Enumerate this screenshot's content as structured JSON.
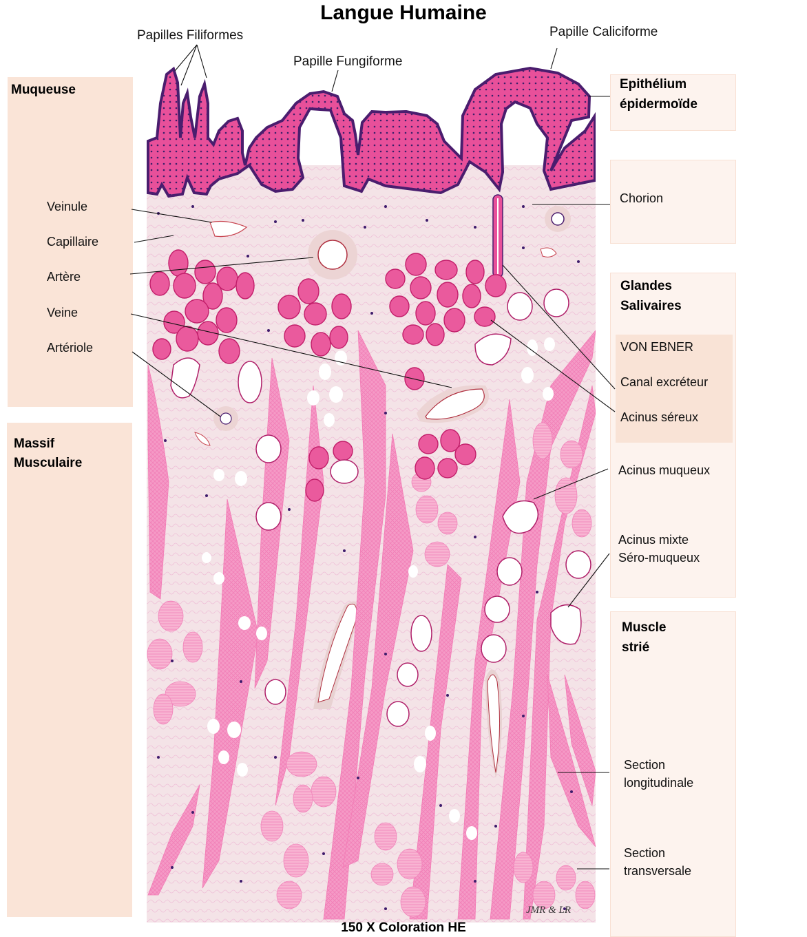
{
  "title": "Langue Humaine",
  "caption": "150 X Coloration HE",
  "signature": "JMR  & LR",
  "colors": {
    "epithelium": "#e0448a",
    "basal_layer": "#4a1d6e",
    "chorion": "#f4e2e6",
    "muscle": "#f58cbf",
    "serous_acinus": "#e9559a",
    "nucleus": "#3d1b6b",
    "left_box": "#fae4d7",
    "right_box": "#fdf3ee"
  },
  "top_labels": {
    "filiformes": "Papilles Filiformes",
    "fungiforme": "Papille Fungiforme",
    "caliciforme": "Papille Caliciforme"
  },
  "left_panel": {
    "muqueuse": {
      "heading": "Muqueuse",
      "items": [
        "Veinule",
        "Capillaire",
        "Artère",
        "Veine",
        "Artériole"
      ]
    },
    "massif": {
      "heading_line1": "Massif",
      "heading_line2": "Musculaire"
    }
  },
  "right_panel": {
    "epithelium": {
      "line1": "Epithélium",
      "line2": "épidermoïde"
    },
    "chorion": "Chorion",
    "glandes": {
      "line1": "Glandes",
      "line2": "Salivaires",
      "von_ebner": {
        "title": "VON EBNER",
        "canal": "Canal excréteur",
        "acinus_sereux": "Acinus séreux"
      },
      "acinus_muqueux": "Acinus muqueux",
      "acinus_mixte_line1": "Acinus mixte",
      "acinus_mixte_line2": "Séro-muqueux"
    },
    "muscle": {
      "line1": "Muscle",
      "line2": "strié",
      "section_long_line1": "Section",
      "section_long_line2": "longitudinale",
      "section_trans_line1": "Section",
      "section_trans_line2": "transversale"
    }
  }
}
